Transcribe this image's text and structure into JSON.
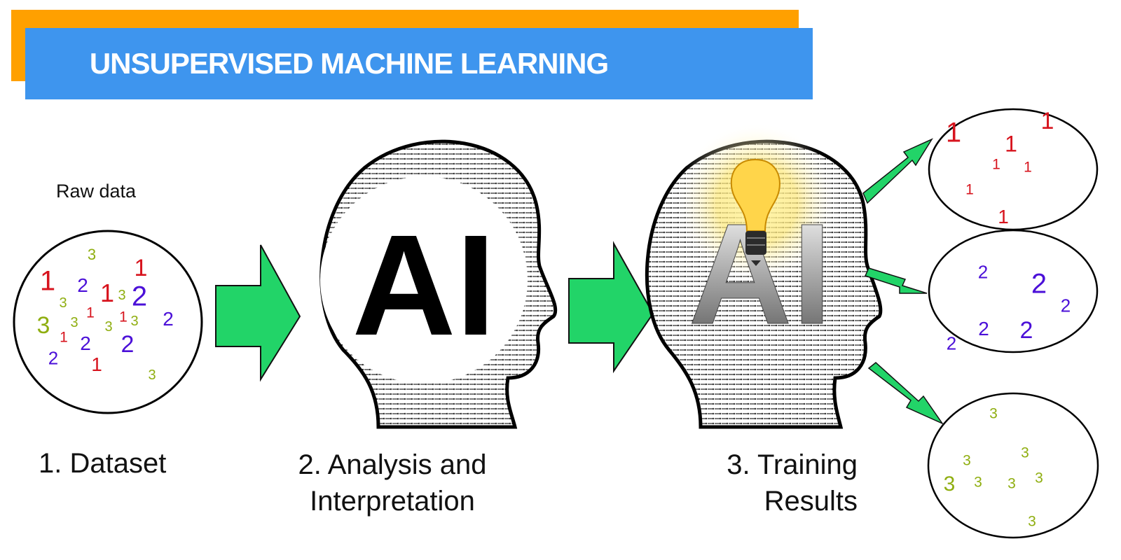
{
  "title": "UNSUPERVISED MACHINE LEARNING",
  "raw_data_label": "Raw data",
  "steps": [
    {
      "label": "1. Dataset"
    },
    {
      "label_line1": "2. Analysis and",
      "label_line2": "Interpretation",
      "head_text": "AI"
    },
    {
      "label_line1": "3. Training",
      "label_line2": "Results",
      "head_text": "AI"
    }
  ],
  "colors": {
    "cluster_1": "#D7141E",
    "cluster_2": "#4B10D8",
    "cluster_3": "#8FAE10",
    "arrow": "#22D468",
    "title_bar": "#3E95EE",
    "accent_bar": "#FFA000"
  },
  "dataset_points": [
    "3",
    "1",
    "2",
    "1",
    "3",
    "2",
    "1",
    "3",
    "1",
    "1",
    "3",
    "2",
    "3",
    "3",
    "3",
    "1",
    "2",
    "2",
    "2",
    "1",
    "3"
  ],
  "clusters": [
    {
      "points": [
        "1",
        "1",
        "1",
        "1",
        "1",
        "1",
        "1"
      ]
    },
    {
      "points": [
        "2",
        "2",
        "2",
        "2",
        "2",
        "2"
      ]
    },
    {
      "points": [
        "3",
        "3",
        "3",
        "3",
        "3",
        "3",
        "3",
        "3"
      ]
    }
  ],
  "icons": [
    "right-arrow-icon",
    "head-circuit-icon",
    "lightbulb-icon"
  ]
}
